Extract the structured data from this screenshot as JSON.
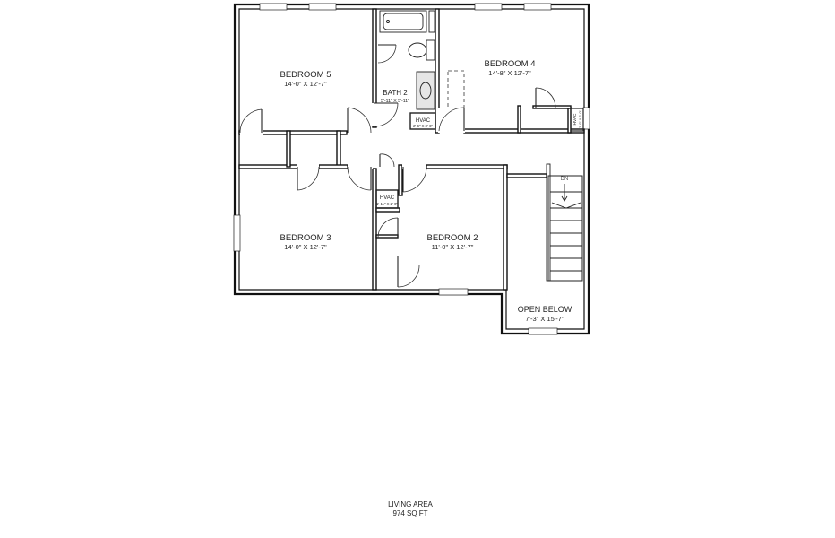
{
  "rooms": {
    "bedroom5": {
      "name": "BEDROOM 5",
      "dim": "14'-0\" X 12'-7\""
    },
    "bedroom4": {
      "name": "BEDROOM 4",
      "dim": "14'-8\" X 12'-7\""
    },
    "bath2": {
      "name": "BATH 2",
      "dim": "5'-11\" X 5'-11\""
    },
    "bedroom3": {
      "name": "BEDROOM 3",
      "dim": "14'-0\" X 12'-7\""
    },
    "bedroom2": {
      "name": "BEDROOM 2",
      "dim": "11'-0\" X 12'-7\""
    },
    "open_below": {
      "name": "OPEN BELOW",
      "dim": "7'-3\" X 15'-7\""
    }
  },
  "hvac": {
    "bath": {
      "label": "HVAC",
      "dim": "2'-6\" X 3'-6\""
    },
    "hall": {
      "label": "HVAC",
      "dim": "1'-11\" X 2'-0\""
    },
    "bed4": {
      "label": "HVAC",
      "dim": "2'-0\" X 2'-0\""
    }
  },
  "stairs": {
    "label": "DN"
  },
  "footer": {
    "title": "LIVING AREA",
    "area": "974 SQ FT"
  }
}
